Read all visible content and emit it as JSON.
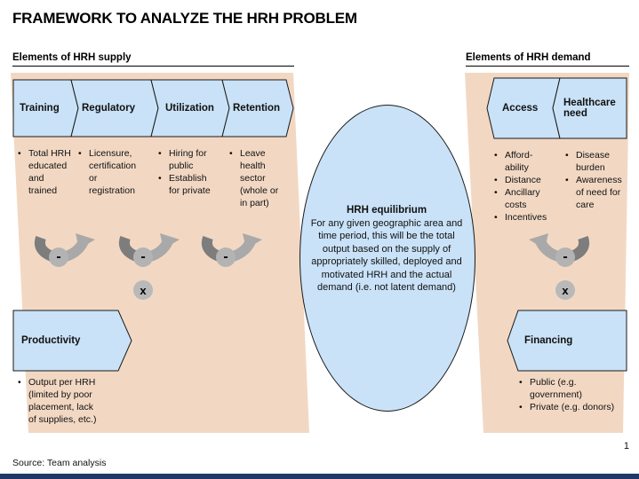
{
  "ui": {
    "bullet": "•"
  },
  "colors": {
    "panel_tan": "#F2D8C3",
    "shape_blue": "#C9E2F7",
    "ellipse_blue": "#C9E2F8",
    "outline": "#1A1A1A",
    "footer_bar_navy": "#1F3864",
    "arrow_dark_gray": "#7D7D7D",
    "arrow_light_gray": "#A9A9A9",
    "badge_gray": "#B9B9B9"
  },
  "slide": {
    "title": "FRAMEWORK TO ANALYZE THE HRH PROBLEM",
    "page_number": "1",
    "source": "Source: Team analysis"
  },
  "supply": {
    "header": "Elements of HRH supply",
    "stages": [
      {
        "label": "Training",
        "bullets": [
          "Total HRH educated and trained"
        ]
      },
      {
        "label": "Regulatory",
        "bullets": [
          "Licensure, certification or registration"
        ]
      },
      {
        "label": "Utilization",
        "bullets": [
          "Hiring for public",
          "Establish for private"
        ]
      },
      {
        "label": "Retention",
        "bullets": [
          "Leave health sector (whole or in part)"
        ]
      }
    ],
    "operators": {
      "minus": [
        "-",
        "-",
        "-"
      ],
      "multiply": "x"
    },
    "productivity": {
      "label": "Productivity",
      "bullets": [
        "Output per HRH (limited by poor placement, lack of supplies, etc.)"
      ]
    }
  },
  "demand": {
    "header": "Elements of HRH demand",
    "stages": [
      {
        "label": "Access",
        "bullets": [
          "Afford-ability",
          "Distance",
          "Ancillary costs",
          "Incentives"
        ]
      },
      {
        "label": "Healthcare need",
        "bullets": [
          "Disease burden",
          "Awareness of need for care"
        ]
      }
    ],
    "operators": {
      "minus": "-",
      "multiply": "x"
    },
    "financing": {
      "label": "Financing",
      "bullets": [
        "Public (e.g. government)",
        "Private (e.g. donors)"
      ]
    }
  },
  "equilibrium": {
    "title": "HRH equilibrium",
    "body_lines": [
      "For any given geographic area and",
      "time period, this will be the total",
      "output based on the supply of",
      "appropriately skilled, deployed and",
      "motivated HRH and the actual",
      "demand (i.e. not latent demand)"
    ]
  }
}
